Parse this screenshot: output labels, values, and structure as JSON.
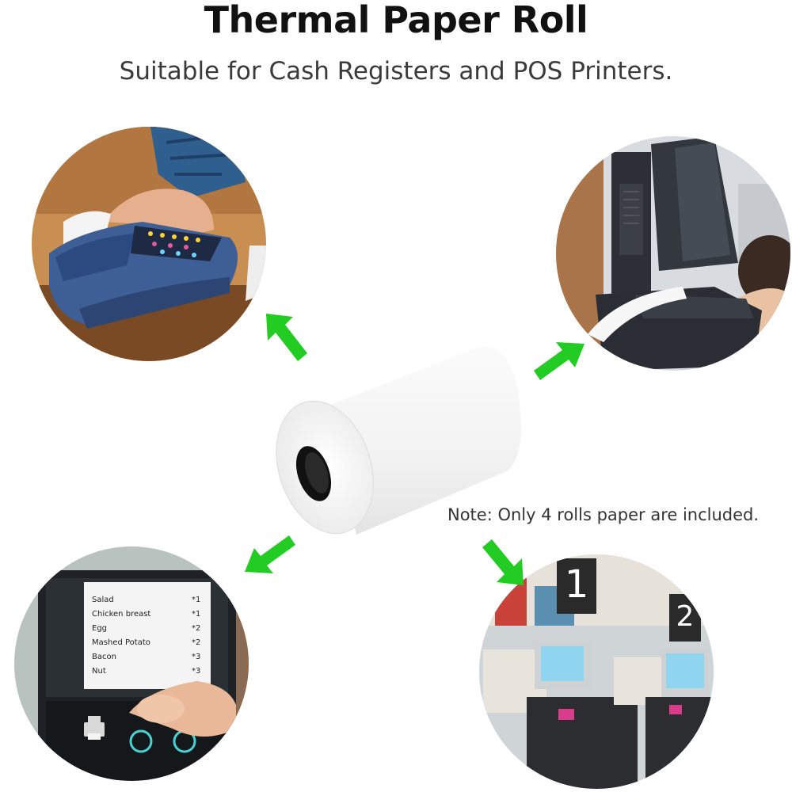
{
  "header": {
    "title": "Thermal Paper Roll",
    "subtitle": "Suitable for Cash Registers and POS Printers."
  },
  "note": "Note: Only 4 rolls paper are included.",
  "receipt": {
    "items": [
      {
        "name": "Salad",
        "qty": "*1"
      },
      {
        "name": "Chicken breast",
        "qty": "*1"
      },
      {
        "name": "Egg",
        "qty": "*2"
      },
      {
        "name": "Mashed Potato",
        "qty": "*2"
      },
      {
        "name": "Bacon",
        "qty": "*3"
      },
      {
        "name": "Nut",
        "qty": "*3"
      }
    ]
  },
  "checkout_signs": [
    "1",
    "2"
  ],
  "colors": {
    "arrow": "#22cc22",
    "paper": "#f5f5f5",
    "core": "#111111"
  }
}
